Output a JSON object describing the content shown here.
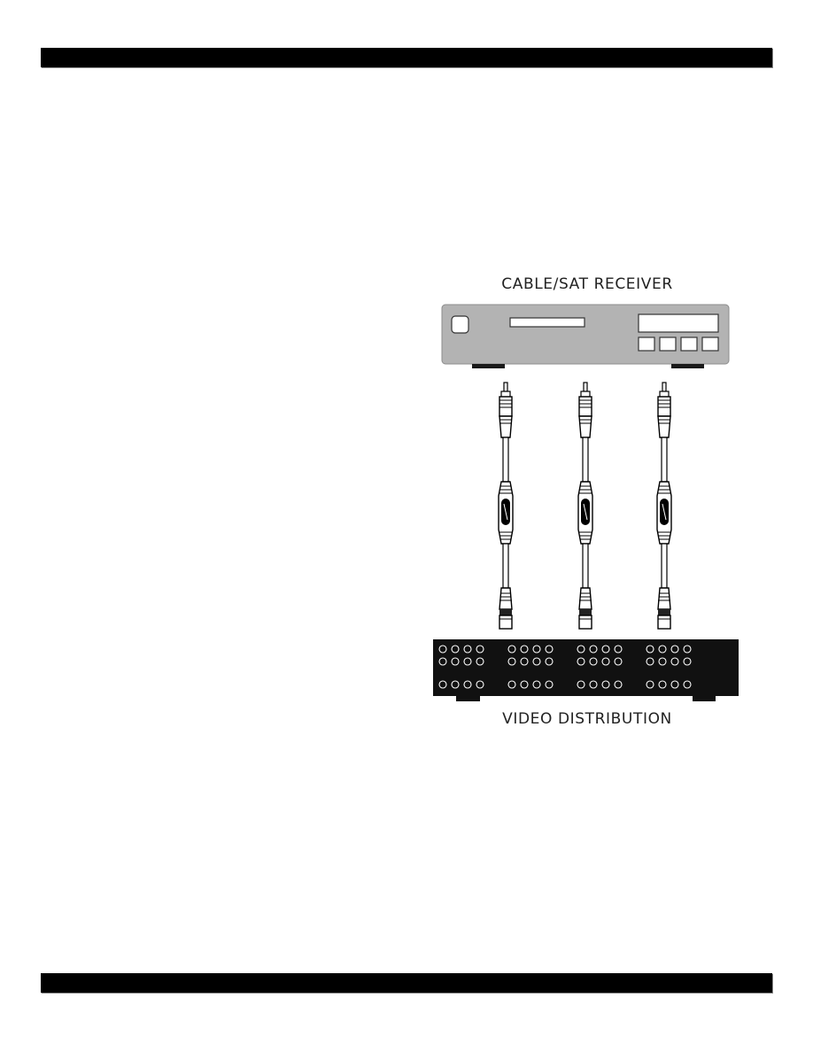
{
  "receiver": {
    "label": "CABLE/SAT RECEIVER",
    "body_color": "#b3b3b3",
    "feet_color": "#1a1a1a"
  },
  "cables": {
    "count": 3,
    "color": "#000000"
  },
  "distribution": {
    "label": "VIDEO DISTRIBUTION",
    "body_color": "#111111",
    "jack_color": "#ffffff"
  },
  "icons": [
    "power-button-icon",
    "rca-plug-icon",
    "rca-jack-icon"
  ]
}
